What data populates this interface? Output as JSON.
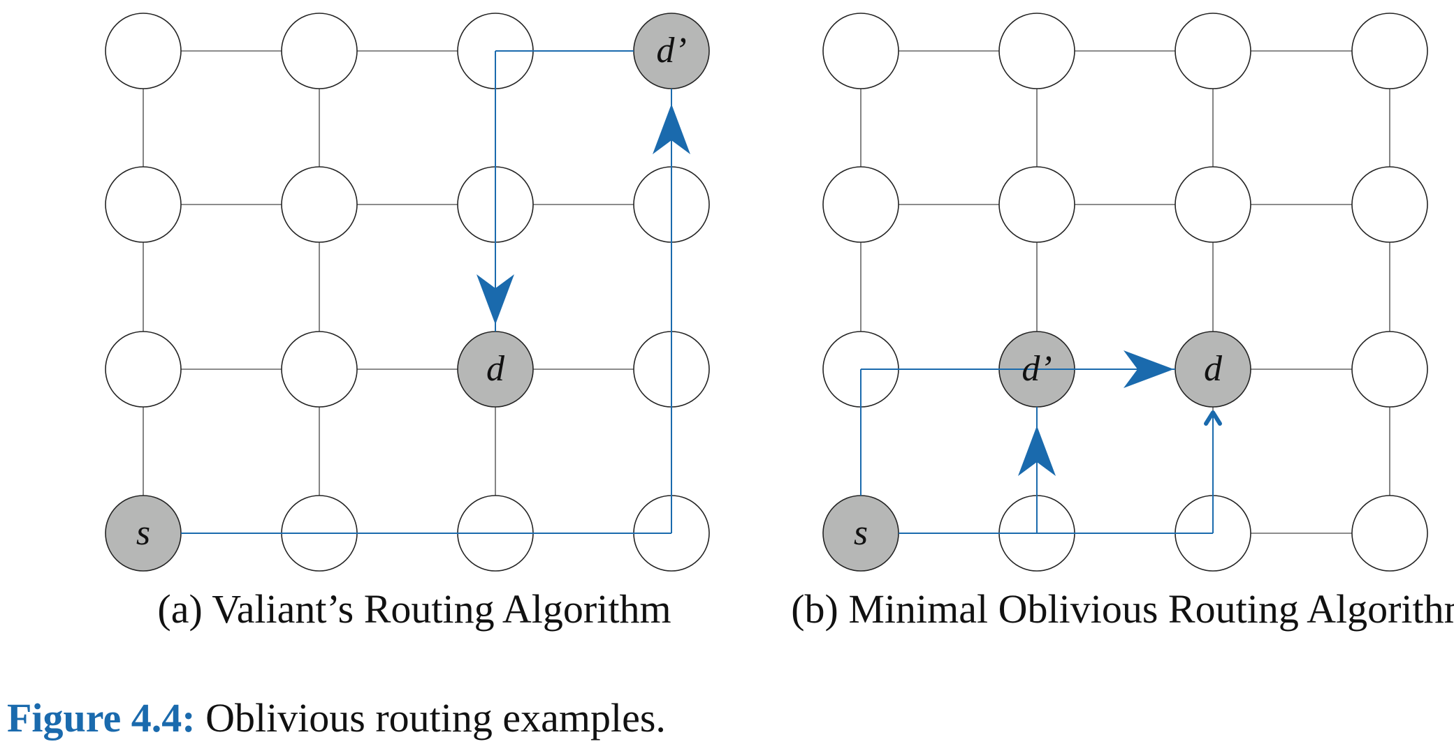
{
  "colors": {
    "route": "#1a6aad",
    "node_fill": "#ffffff",
    "node_highlight": "#b6b7b6",
    "node_stroke": "#222222",
    "edge": "#666666"
  },
  "panels": [
    {
      "id": "a",
      "caption": "(a) Valiant’s Routing Algorithm",
      "grid": {
        "cols": 4,
        "rows": 4
      },
      "highlighted": [
        {
          "col": 0,
          "row": 0,
          "label": "s"
        },
        {
          "col": 2,
          "row": 1,
          "label": "d"
        },
        {
          "col": 3,
          "row": 3,
          "label": "d’"
        }
      ],
      "missing_edges": [],
      "routes": [
        {
          "from": [
            0,
            0
          ],
          "via": [
            3,
            0
          ],
          "to": [
            3,
            3
          ]
        },
        {
          "from": [
            3,
            3
          ],
          "via": [
            2,
            3
          ],
          "to": [
            2,
            1
          ]
        }
      ]
    },
    {
      "id": "b",
      "caption": "(b) Minimal Oblivious Routing Algorithm",
      "grid": {
        "cols": 4,
        "rows": 4
      },
      "highlighted": [
        {
          "col": 0,
          "row": 0,
          "label": "s"
        },
        {
          "col": 1,
          "row": 1,
          "label": "d’"
        },
        {
          "col": 2,
          "row": 1,
          "label": "d"
        }
      ],
      "missing_edges": [
        {
          "from": [
            0,
            1
          ],
          "to": [
            1,
            1
          ]
        }
      ],
      "routes": [
        {
          "from": [
            0,
            0
          ],
          "via": [
            1,
            0
          ],
          "to": [
            1,
            1
          ]
        },
        {
          "from": [
            0,
            0
          ],
          "via": [
            2,
            0
          ],
          "to": [
            2,
            1
          ]
        },
        {
          "from": [
            0,
            0
          ],
          "via": [
            0,
            1
          ],
          "to": [
            2,
            1
          ]
        }
      ]
    }
  ],
  "figure_caption": {
    "label": "Figure 4.4:",
    "text": "Oblivious routing examples."
  }
}
